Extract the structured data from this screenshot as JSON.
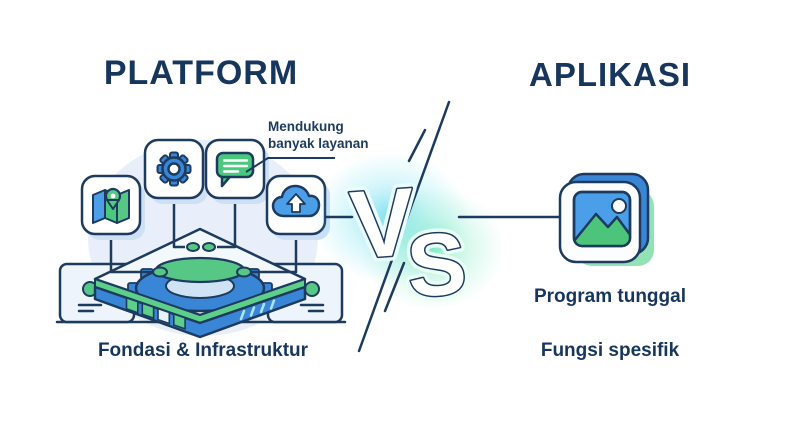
{
  "left": {
    "title": "PLATFORM",
    "caption": "Fondasi & Infrastruktur",
    "callout_line1": "Mendukung",
    "callout_line2": "banyak layanan",
    "icons": [
      {
        "name": "map-icon"
      },
      {
        "name": "gear-icon"
      },
      {
        "name": "chat-icon"
      },
      {
        "name": "cloud-upload-icon"
      }
    ]
  },
  "center": {
    "versus_v": "V",
    "versus_s": "S"
  },
  "right": {
    "title": "APLIKASI",
    "caption_primary": "Program tunggal",
    "caption_secondary": "Fungsi spesifik",
    "icon": "image-icon"
  },
  "colors": {
    "heading": "#17365d",
    "outline": "#1d3b5e",
    "blue": "#3a86d6",
    "light_blue": "#4a9fe8",
    "green": "#57c785",
    "chat_green": "#4ac97e",
    "mint_shadow": "#93e2b6",
    "card_shadow": "#cfe0f5",
    "background_blob": "#e8effa",
    "glow_cyan": "#35cdea",
    "glow_green": "#3fe0a6"
  }
}
